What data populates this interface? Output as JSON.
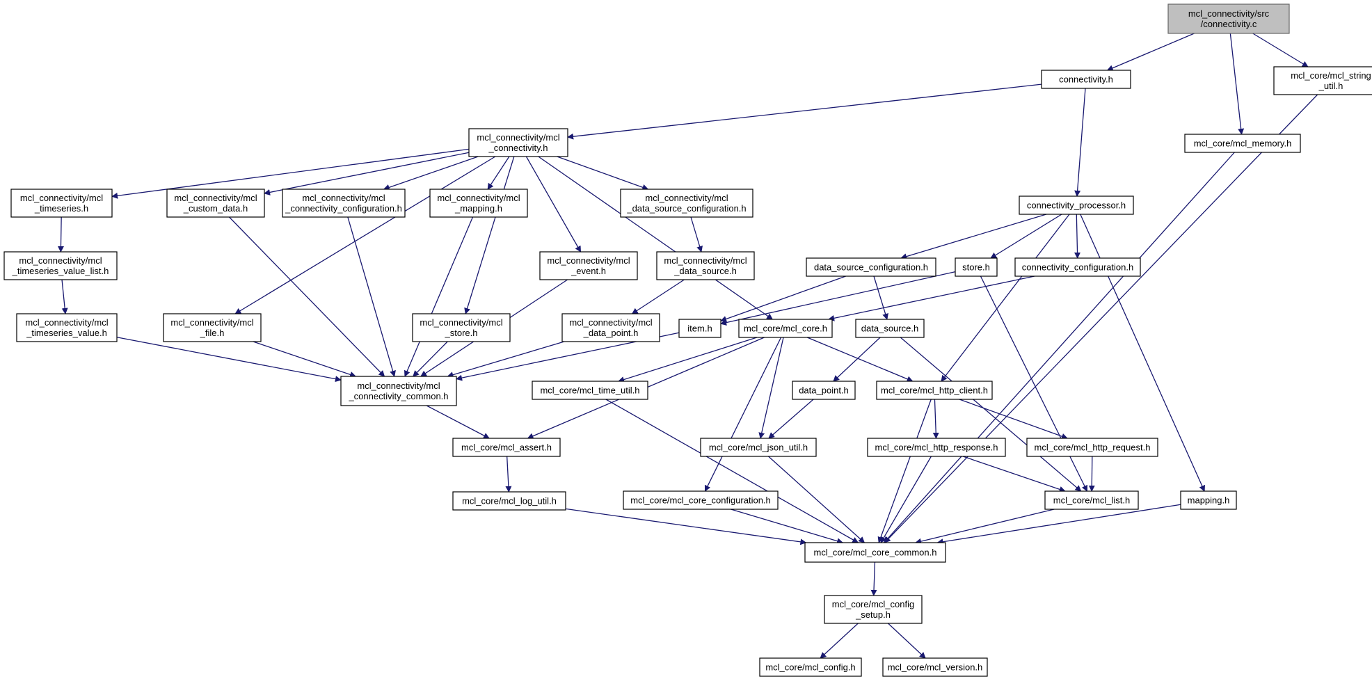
{
  "colors": {
    "edge": "#191970",
    "root_fill": "#bfbfbf",
    "node_fill": "#ffffff",
    "node_stroke": "#000000"
  },
  "nodes": {
    "root": {
      "lines": [
        "mcl_connectivity/src",
        "/connectivity.c"
      ]
    },
    "connectivity_h": {
      "lines": [
        "connectivity.h"
      ]
    },
    "string_util": {
      "lines": [
        "mcl_core/mcl_string",
        "_util.h"
      ]
    },
    "mcl_memory": {
      "lines": [
        "mcl_core/mcl_memory.h"
      ]
    },
    "mcl_connectivity_h": {
      "lines": [
        "mcl_connectivity/mcl",
        "_connectivity.h"
      ]
    },
    "timeseries": {
      "lines": [
        "mcl_connectivity/mcl",
        "_timeseries.h"
      ]
    },
    "custom_data": {
      "lines": [
        "mcl_connectivity/mcl",
        "_custom_data.h"
      ]
    },
    "conn_config": {
      "lines": [
        "mcl_connectivity/mcl",
        "_connectivity_configuration.h"
      ]
    },
    "mapping_mcl": {
      "lines": [
        "mcl_connectivity/mcl",
        "_mapping.h"
      ]
    },
    "ds_config_mcl": {
      "lines": [
        "mcl_connectivity/mcl",
        "_data_source_configuration.h"
      ]
    },
    "ts_value_list": {
      "lines": [
        "mcl_connectivity/mcl",
        "_timeseries_value_list.h"
      ]
    },
    "event": {
      "lines": [
        "mcl_connectivity/mcl",
        "_event.h"
      ]
    },
    "data_source_mcl": {
      "lines": [
        "mcl_connectivity/mcl",
        "_data_source.h"
      ]
    },
    "ts_value": {
      "lines": [
        "mcl_connectivity/mcl",
        "_timeseries_value.h"
      ]
    },
    "file": {
      "lines": [
        "mcl_connectivity/mcl",
        "_file.h"
      ]
    },
    "store_mcl": {
      "lines": [
        "mcl_connectivity/mcl",
        "_store.h"
      ]
    },
    "data_point_mcl": {
      "lines": [
        "mcl_connectivity/mcl",
        "_data_point.h"
      ]
    },
    "conn_common": {
      "lines": [
        "mcl_connectivity/mcl",
        "_connectivity_common.h"
      ]
    },
    "conn_processor": {
      "lines": [
        "connectivity_processor.h"
      ]
    },
    "ds_config": {
      "lines": [
        "data_source_configuration.h"
      ]
    },
    "store": {
      "lines": [
        "store.h"
      ]
    },
    "connectivity_configuration": {
      "lines": [
        "connectivity_configuration.h"
      ]
    },
    "item": {
      "lines": [
        "item.h"
      ]
    },
    "core": {
      "lines": [
        "mcl_core/mcl_core.h"
      ]
    },
    "data_source": {
      "lines": [
        "data_source.h"
      ]
    },
    "data_point": {
      "lines": [
        "data_point.h"
      ]
    },
    "http_client": {
      "lines": [
        "mcl_core/mcl_http_client.h"
      ]
    },
    "time_util": {
      "lines": [
        "mcl_core/mcl_time_util.h"
      ]
    },
    "assert": {
      "lines": [
        "mcl_core/mcl_assert.h"
      ]
    },
    "json_util": {
      "lines": [
        "mcl_core/mcl_json_util.h"
      ]
    },
    "http_response": {
      "lines": [
        "mcl_core/mcl_http_response.h"
      ]
    },
    "http_request": {
      "lines": [
        "mcl_core/mcl_http_request.h"
      ]
    },
    "log_util": {
      "lines": [
        "mcl_core/mcl_log_util.h"
      ]
    },
    "core_configuration": {
      "lines": [
        "mcl_core/mcl_core_configuration.h"
      ]
    },
    "list": {
      "lines": [
        "mcl_core/mcl_list.h"
      ]
    },
    "mapping": {
      "lines": [
        "mapping.h"
      ]
    },
    "core_common": {
      "lines": [
        "mcl_core/mcl_core_common.h"
      ]
    },
    "config_setup": {
      "lines": [
        "mcl_core/mcl_config",
        "_setup.h"
      ]
    },
    "config": {
      "lines": [
        "mcl_core/mcl_config.h"
      ]
    },
    "version": {
      "lines": [
        "mcl_core/mcl_version.h"
      ]
    }
  },
  "edges": [
    [
      "root",
      "connectivity_h"
    ],
    [
      "root",
      "mcl_memory"
    ],
    [
      "root",
      "string_util"
    ],
    [
      "connectivity_h",
      "mcl_connectivity_h"
    ],
    [
      "connectivity_h",
      "conn_processor"
    ],
    [
      "string_util",
      "core_common"
    ],
    [
      "mcl_memory",
      "core_common"
    ],
    [
      "mcl_connectivity_h",
      "timeseries"
    ],
    [
      "mcl_connectivity_h",
      "custom_data"
    ],
    [
      "mcl_connectivity_h",
      "conn_config"
    ],
    [
      "mcl_connectivity_h",
      "mapping_mcl"
    ],
    [
      "mcl_connectivity_h",
      "ds_config_mcl"
    ],
    [
      "mcl_connectivity_h",
      "file"
    ],
    [
      "mcl_connectivity_h",
      "store_mcl"
    ],
    [
      "mcl_connectivity_h",
      "event"
    ],
    [
      "mcl_connectivity_h",
      "core"
    ],
    [
      "timeseries",
      "ts_value_list"
    ],
    [
      "ts_value_list",
      "ts_value"
    ],
    [
      "ts_value",
      "conn_common"
    ],
    [
      "custom_data",
      "conn_common"
    ],
    [
      "conn_config",
      "conn_common"
    ],
    [
      "mapping_mcl",
      "conn_common"
    ],
    [
      "ds_config_mcl",
      "data_source_mcl"
    ],
    [
      "data_source_mcl",
      "data_point_mcl"
    ],
    [
      "data_point_mcl",
      "conn_common"
    ],
    [
      "event",
      "conn_common"
    ],
    [
      "file",
      "conn_common"
    ],
    [
      "store_mcl",
      "conn_common"
    ],
    [
      "item",
      "conn_common"
    ],
    [
      "conn_common",
      "assert"
    ],
    [
      "conn_processor",
      "ds_config"
    ],
    [
      "conn_processor",
      "store"
    ],
    [
      "conn_processor",
      "connectivity_configuration"
    ],
    [
      "conn_processor",
      "http_client"
    ],
    [
      "conn_processor",
      "mapping"
    ],
    [
      "ds_config",
      "item"
    ],
    [
      "ds_config",
      "data_source"
    ],
    [
      "store",
      "item"
    ],
    [
      "store",
      "list"
    ],
    [
      "connectivity_configuration",
      "core"
    ],
    [
      "core",
      "assert"
    ],
    [
      "core",
      "time_util"
    ],
    [
      "core",
      "json_util"
    ],
    [
      "core",
      "core_configuration"
    ],
    [
      "core",
      "http_client"
    ],
    [
      "data_source",
      "data_point"
    ],
    [
      "data_source",
      "list"
    ],
    [
      "data_point",
      "json_util"
    ],
    [
      "http_client",
      "http_response"
    ],
    [
      "http_client",
      "http_request"
    ],
    [
      "http_client",
      "core_common"
    ],
    [
      "assert",
      "log_util"
    ],
    [
      "log_util",
      "core_common"
    ],
    [
      "time_util",
      "core_common"
    ],
    [
      "json_util",
      "core_common"
    ],
    [
      "core_configuration",
      "core_common"
    ],
    [
      "http_response",
      "list"
    ],
    [
      "http_response",
      "core_common"
    ],
    [
      "http_request",
      "list"
    ],
    [
      "list",
      "core_common"
    ],
    [
      "mapping",
      "core_common"
    ],
    [
      "core_common",
      "config_setup"
    ],
    [
      "config_setup",
      "config"
    ],
    [
      "config_setup",
      "version"
    ]
  ]
}
